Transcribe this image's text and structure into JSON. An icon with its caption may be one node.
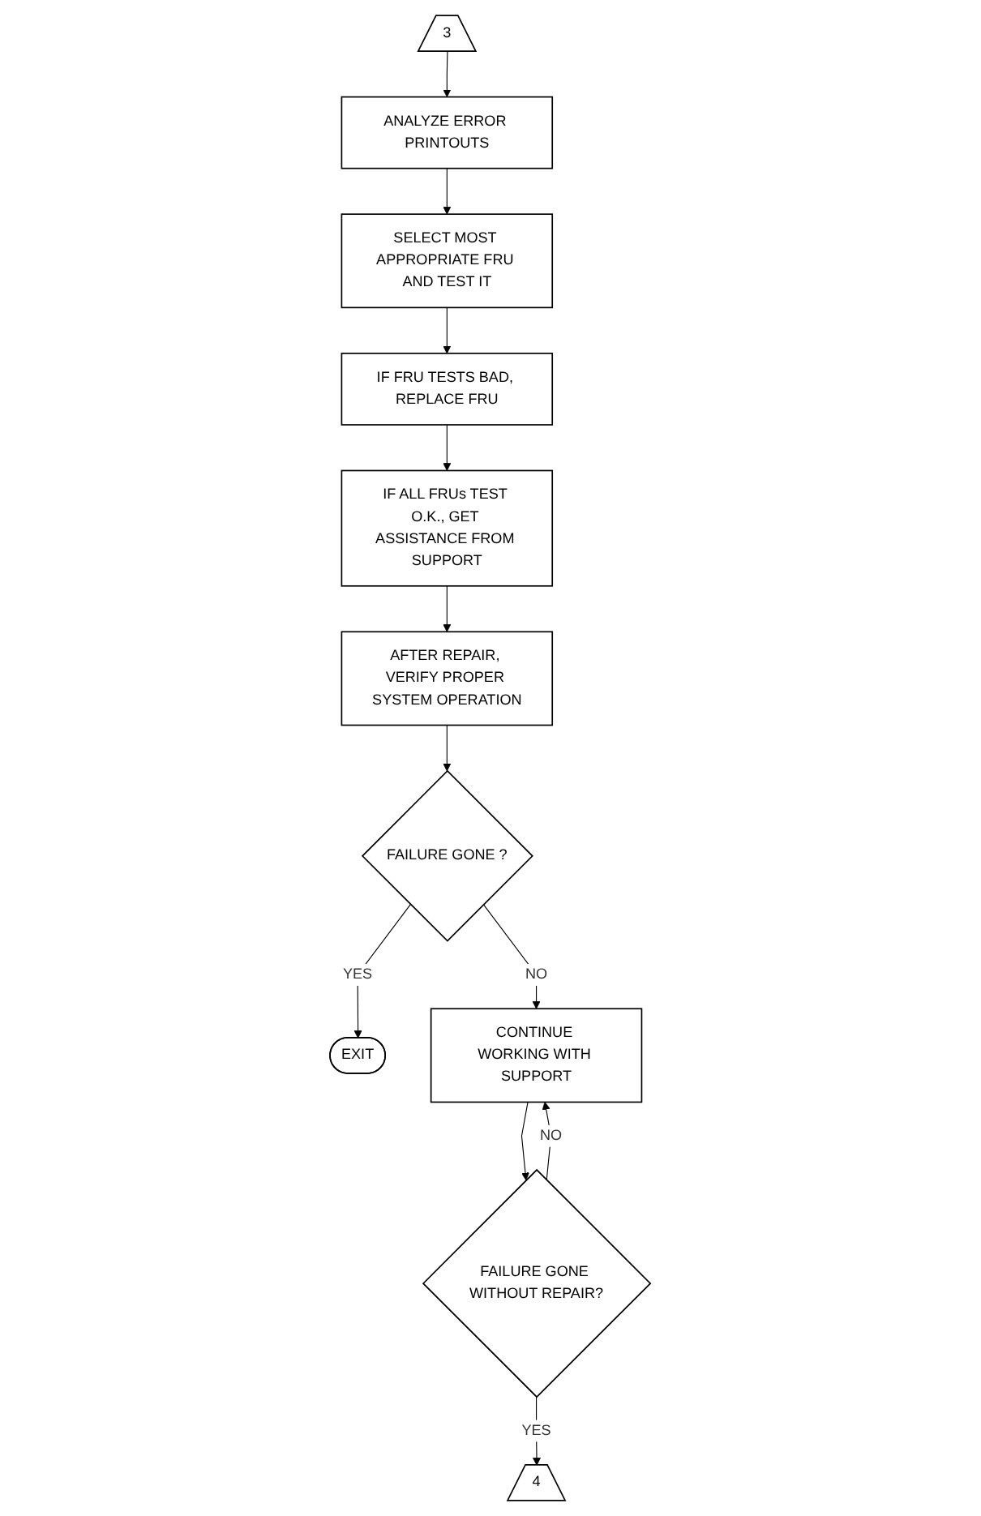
{
  "diagram": {
    "nodes": [
      {
        "text": [
          "3"
        ]
      },
      {
        "text": [
          "ANALYZE ERROR PRINTOUTS"
        ]
      },
      {
        "text": [
          "SELECT MOST APPROPRIATE FRU AND TEST IT"
        ]
      },
      {
        "text": [
          "IF FRU TESTS BAD, REPLACE FRU"
        ]
      },
      {
        "text": [
          "IF ALL FRUs TEST O.K., GET ASSISTANCE FROM SUPPORT"
        ]
      },
      {
        "text": [
          "AFTER REPAIR, VERIFY PROPER SYSTEM OPERATION"
        ]
      },
      {
        "text": [
          "FAILURE GONE ?"
        ]
      },
      {
        "text": [
          "EXIT"
        ]
      },
      {
        "text": [
          "CONTINUE WORKING WITH SUPPORT"
        ]
      },
      {
        "text": [
          "FAILURE GONE WITHOUT REPAIR?"
        ]
      },
      {
        "text": [
          "4"
        ]
      }
    ],
    "edges": [
      {
        "from": 0,
        "to": 1,
        "arrow": "to"
      },
      {
        "from": 1,
        "to": 2,
        "arrow": "to"
      },
      {
        "from": 2,
        "to": 3,
        "arrow": "to"
      },
      {
        "from": 3,
        "to": 4,
        "arrow": "to"
      },
      {
        "from": 4,
        "to": 5,
        "arrow": "to"
      },
      {
        "from": 5,
        "to": 6,
        "arrow": "to"
      },
      {
        "from": 6,
        "to": 7,
        "label": "YES",
        "arrow": "to"
      },
      {
        "from": 6,
        "to": 8,
        "label": "NO",
        "arrow": "to"
      },
      {
        "from": 8,
        "to": 9,
        "arrow": "to"
      },
      {
        "from": 9,
        "to": 8,
        "label": "NO",
        "arrow": "to"
      },
      {
        "from": 9,
        "to": 10,
        "label": "YES",
        "arrow": "to"
      }
    ]
  }
}
